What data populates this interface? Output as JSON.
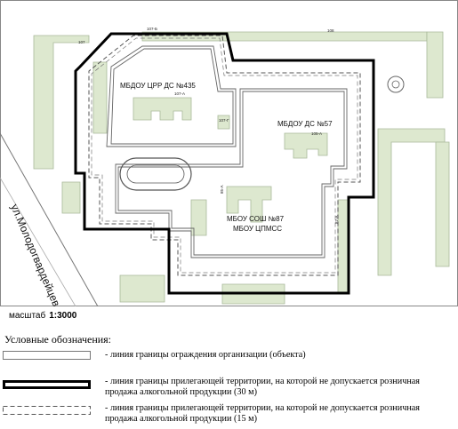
{
  "map": {
    "labels": {
      "mbdou_435": "МБДОУ ЦРР ДС №435",
      "mbdou_57": "МБДОУ ДС №57",
      "mbou_87": "МБОУ СОШ №87",
      "mbou_cpmss": "МБОУ ЦПМСС",
      "street": "ул.Молодогвардейцев"
    },
    "small_labels": {
      "n107": "107",
      "n107b": "107-Б",
      "n108": "108",
      "n107a": "107-А",
      "n107g": "107-Г",
      "n105a": "105-А",
      "n85a": "85-А",
      "n87a": "87-А"
    },
    "colors": {
      "building_fill": "#dde8cf",
      "building_stroke": "#a9b99a",
      "outline": "#555555",
      "boundary_30m": "#000000"
    }
  },
  "scale": {
    "label": "масштаб",
    "value": "1:3000"
  },
  "legend": {
    "title": "Условные обозначения:",
    "items": [
      {
        "style": "fence-line",
        "text": "- линия границы ограждения организации (объекта)"
      },
      {
        "style": "bold-line",
        "text": "- линия границы прилегающей территории, на которой не допускается розничная продажа алкогольной продукции (30 м)"
      },
      {
        "style": "dashed-line",
        "text": "- линия границы прилегающей территории, на которой не допускается розничная продажа алкогольной продукции (15 м)"
      }
    ]
  }
}
